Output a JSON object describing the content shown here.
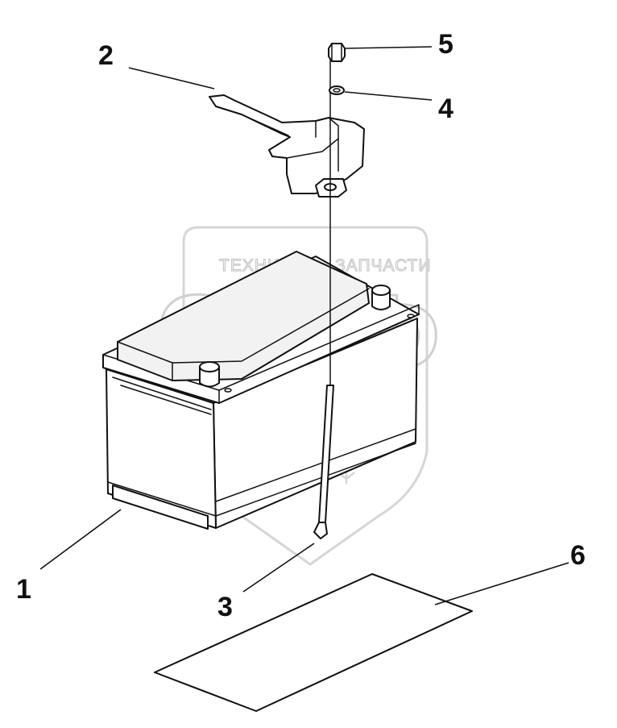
{
  "watermark": {
    "left_text": "ТЕХНИКА",
    "right_text": "ЗАПЧАСТИ",
    "logo_letters": "ЭПФ",
    "gear_icon": "gear-icon"
  },
  "callouts": [
    {
      "id": "1",
      "label": "1"
    },
    {
      "id": "2",
      "label": "2"
    },
    {
      "id": "3",
      "label": "3"
    },
    {
      "id": "4",
      "label": "4"
    },
    {
      "id": "5",
      "label": "5"
    },
    {
      "id": "6",
      "label": "6"
    }
  ],
  "colors": {
    "line": "#111111",
    "watermark": "#d6d6d6",
    "background": "#ffffff"
  }
}
